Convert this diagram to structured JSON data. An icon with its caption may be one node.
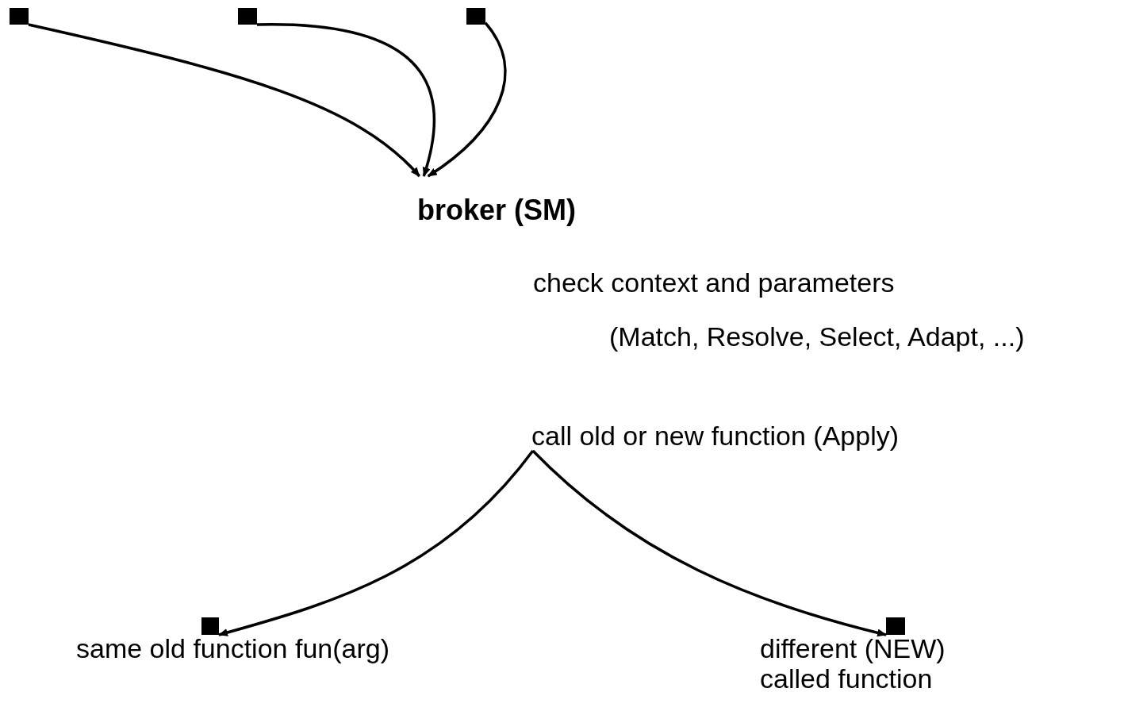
{
  "diagram": {
    "nodes": [
      {
        "text": [],
        "shape": "box"
      },
      {
        "text": [],
        "shape": "box"
      },
      {
        "text": [],
        "shape": "box"
      },
      {
        "text": [
          "broker (SM)"
        ]
      },
      {
        "text": [
          "call old or new function (Apply)"
        ]
      },
      {
        "text": [],
        "shape": "box",
        "beside": [
          "same old function fun(arg)"
        ]
      },
      {
        "text": [],
        "shape": "box",
        "beside": [
          "different (NEW) called function"
        ]
      }
    ],
    "edges": [
      {
        "from": 0,
        "to": 3,
        "arrow": "to"
      },
      {
        "from": 1,
        "to": 3,
        "arrow": "to"
      },
      {
        "from": 2,
        "to": 3,
        "arrow": "to"
      },
      {
        "from": 4,
        "to": 5,
        "arrow": "to"
      },
      {
        "from": 4,
        "to": 6,
        "arrow": "to"
      }
    ],
    "labels": [
      "check context and parameters",
      "(Match, Resolve, Select, Adapt, ...)"
    ]
  }
}
